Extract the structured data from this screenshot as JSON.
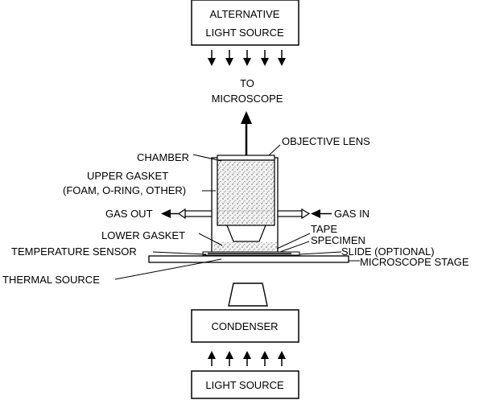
{
  "labels": {
    "alt_light_line1": "ALTERNATIVE",
    "alt_light_line2": "LIGHT SOURCE",
    "to_microscope_line1": "TO",
    "to_microscope_line2": "MICROSCOPE",
    "chamber": "CHAMBER",
    "objective_lens": "OBJECTIVE LENS",
    "upper_gasket_line1": "UPPER GASKET",
    "upper_gasket_line2": "(FOAM, O-RING, OTHER)",
    "gas_out": "GAS OUT",
    "gas_in": "GAS IN",
    "lower_gasket": "LOWER GASKET",
    "tape": "TAPE",
    "specimen": "SPECIMEN",
    "temperature_sensor": "TEMPERATURE SENSOR",
    "slide": "SLIDE (OPTIONAL)",
    "microscope_stage": "MICROSCOPE STAGE",
    "thermal_source": "THERMAL SOURCE",
    "condenser": "CONDENSER",
    "light_source": "LIGHT SOURCE"
  }
}
